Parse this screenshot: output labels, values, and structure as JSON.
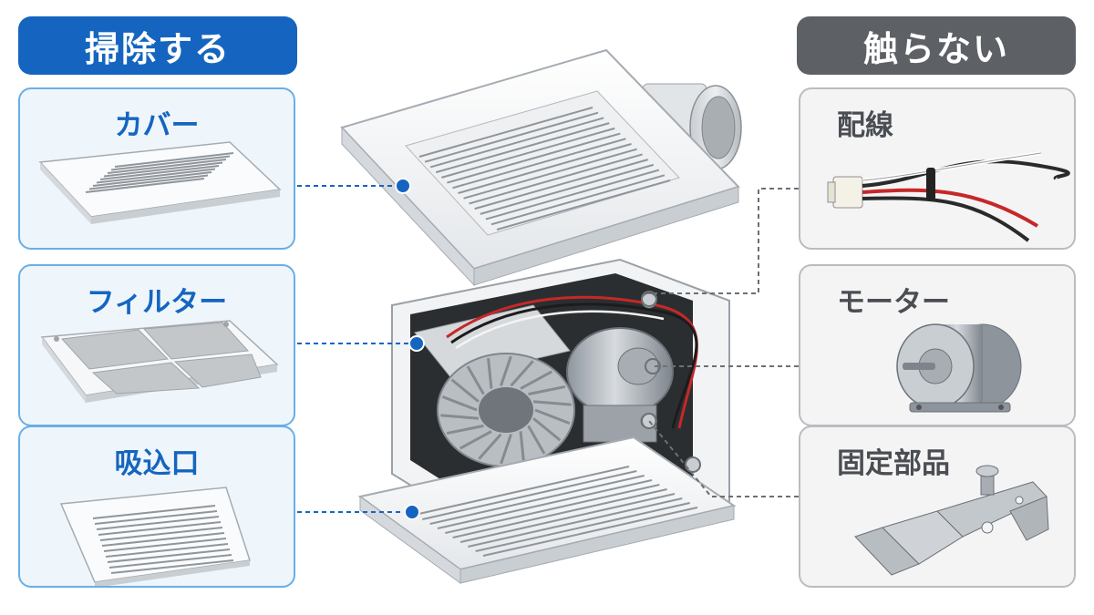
{
  "left_header": "掃除する",
  "right_header": "触らない",
  "left_items": [
    {
      "label": "カバー"
    },
    {
      "label": "フィルター"
    },
    {
      "label": "吸込口"
    }
  ],
  "right_items": [
    {
      "label": "配線"
    },
    {
      "label": "モーター"
    },
    {
      "label": "固定部品"
    }
  ],
  "colors": {
    "clean_accent": "#1565c0",
    "dont_touch_accent": "#5d6166",
    "clean_card_bg": "#eef6fc",
    "dont_card_bg": "#f4f4f5"
  }
}
